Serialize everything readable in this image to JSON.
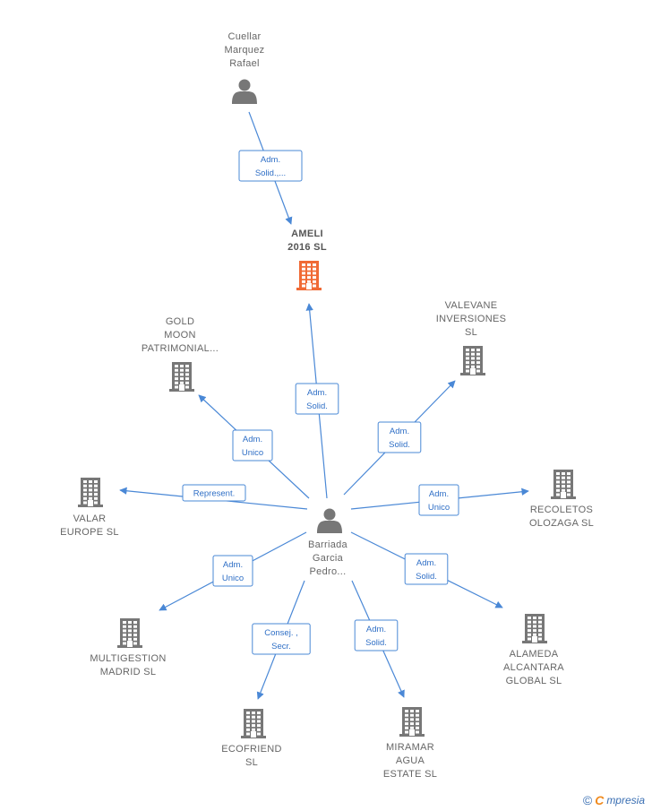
{
  "colors": {
    "edge": "#4a88d6",
    "building": "#777777",
    "focus": "#f06a35",
    "person": "#777777"
  },
  "nodes": [
    {
      "id": "cuellar",
      "type": "person",
      "lines": [
        "Cuellar",
        "Marquez",
        "Rafael"
      ]
    },
    {
      "id": "ameli",
      "type": "company",
      "focus": true,
      "lines": [
        "AMELI",
        "2016  SL"
      ]
    },
    {
      "id": "gold",
      "type": "company",
      "lines": [
        "GOLD",
        "MOON",
        "PATRIMONIAL..."
      ]
    },
    {
      "id": "valevane",
      "type": "company",
      "lines": [
        "VALEVANE",
        "INVERSIONES",
        "SL"
      ]
    },
    {
      "id": "valar",
      "type": "company",
      "lines": [
        "VALAR",
        "EUROPE  SL"
      ]
    },
    {
      "id": "recoletos",
      "type": "company",
      "lines": [
        "RECOLETOS",
        "OLOZAGA  SL"
      ]
    },
    {
      "id": "barriada",
      "type": "person",
      "lines": [
        "Barriada",
        "Garcia",
        "Pedro..."
      ]
    },
    {
      "id": "multigestion",
      "type": "company",
      "lines": [
        "MULTIGESTION",
        "MADRID  SL"
      ]
    },
    {
      "id": "alameda",
      "type": "company",
      "lines": [
        "ALAMEDA",
        "ALCANTARA",
        "GLOBAL  SL"
      ]
    },
    {
      "id": "ecofriend",
      "type": "company",
      "lines": [
        "ECOFRIEND",
        "SL"
      ]
    },
    {
      "id": "miramar",
      "type": "company",
      "lines": [
        "MIRAMAR",
        "AGUA",
        "ESTATE  SL"
      ]
    }
  ],
  "edges": [
    {
      "from": "cuellar",
      "to": "ameli",
      "lines": [
        "Adm.",
        "Solid.,..."
      ]
    },
    {
      "from": "barriada",
      "to": "ameli",
      "lines": [
        "Adm.",
        "Solid."
      ]
    },
    {
      "from": "barriada",
      "to": "gold",
      "lines": [
        "Adm.",
        "Unico"
      ]
    },
    {
      "from": "barriada",
      "to": "valevane",
      "lines": [
        "Adm.",
        "Solid."
      ]
    },
    {
      "from": "barriada",
      "to": "valar",
      "lines": [
        "Represent."
      ]
    },
    {
      "from": "barriada",
      "to": "recoletos",
      "lines": [
        "Adm.",
        "Unico"
      ]
    },
    {
      "from": "barriada",
      "to": "multigestion",
      "lines": [
        "Adm.",
        "Unico"
      ]
    },
    {
      "from": "barriada",
      "to": "alameda",
      "lines": [
        "Adm.",
        "Solid."
      ]
    },
    {
      "from": "barriada",
      "to": "ecofriend",
      "lines": [
        "Consej. ,",
        "Secr."
      ]
    },
    {
      "from": "barriada",
      "to": "miramar",
      "lines": [
        "Adm.",
        "Solid."
      ]
    }
  ],
  "footer": {
    "copyright": "©",
    "brand_initial": "C",
    "brand_rest": "mpresia"
  }
}
